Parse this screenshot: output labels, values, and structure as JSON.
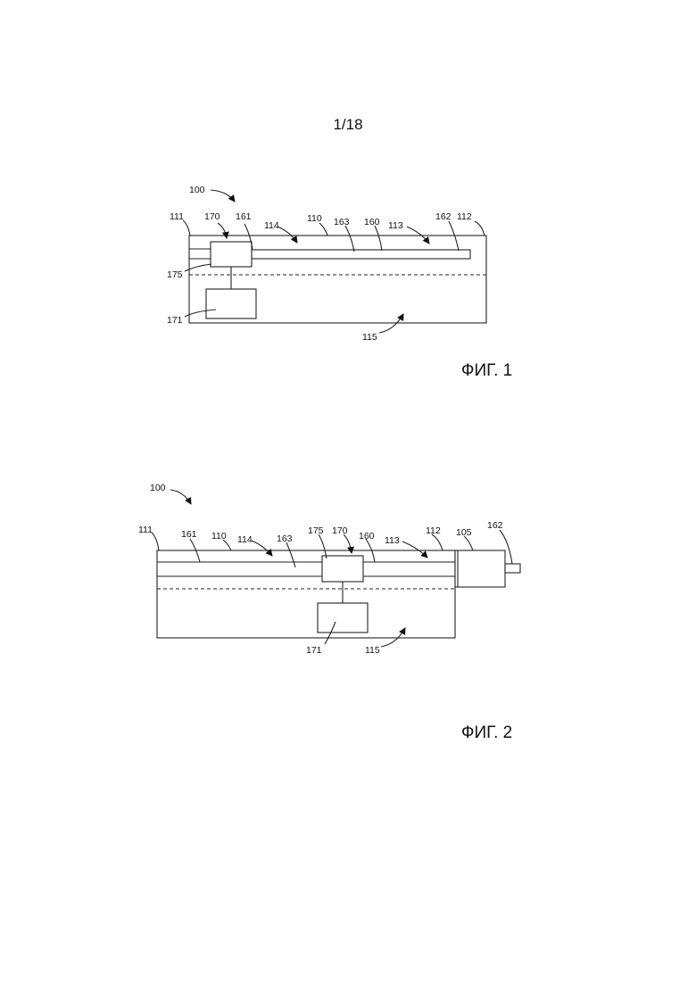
{
  "page_number": "1/18",
  "figures": [
    {
      "caption": "ФИГ. 1",
      "labels": {
        "l100": "100",
        "l111": "111",
        "l170": "170",
        "l161": "161",
        "l114": "114",
        "l110": "110",
        "l163": "163",
        "l160": "160",
        "l113": "113",
        "l162": "162",
        "l112": "112",
        "l175": "175",
        "l171": "171",
        "l115": "115"
      }
    },
    {
      "caption": "ФИГ. 2",
      "labels": {
        "l100": "100",
        "l111": "111",
        "l161": "161",
        "l110": "110",
        "l114": "114",
        "l163": "163",
        "l175": "175",
        "l170": "170",
        "l160": "160",
        "l113": "113",
        "l112": "112",
        "l105": "105",
        "l162": "162",
        "l171": "171",
        "l115": "115"
      }
    }
  ]
}
